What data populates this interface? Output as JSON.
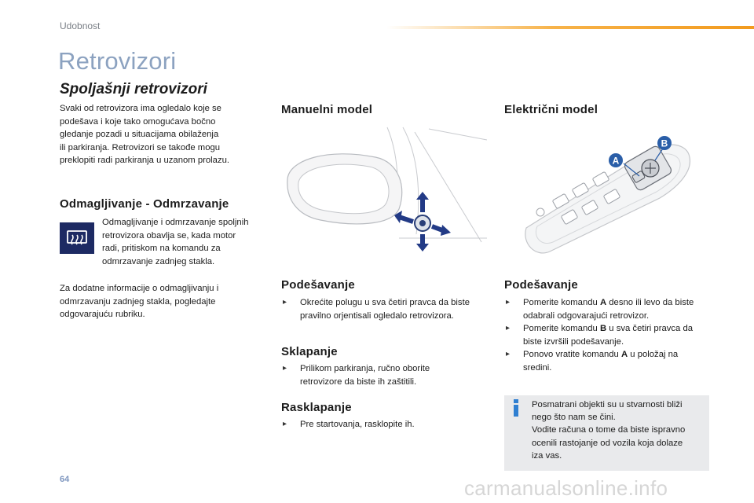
{
  "header": {
    "section": "Udobnost",
    "page_title": "Retrovizori"
  },
  "left": {
    "heading": "Spoljašnji retrovizori",
    "intro": [
      "Svaki od retrovizora ima ogledalo koje se",
      "podešava i koje tako omogućava bočno",
      "gledanje pozadi u situacijama obilaženja",
      "ili parkiranja. Retrovizori se takođe mogu",
      "preklopiti radi parkiranja u uzanom prolazu."
    ],
    "defrost_heading": "Odmagljivanje - Odmrzavanje",
    "defrost_text": [
      "Odmagljivanje i odmrzavanje spoljnih",
      "retrovizora obavlja se, kada motor",
      "radi, pritiskom na komandu za",
      "odmrzavanje zadnjeg stakla."
    ],
    "more_info": [
      "Za dodatne informacije o odmagljivanju i",
      "odmrzavanju zadnjeg stakla, pogledajte",
      "odgovarajuću rubriku."
    ]
  },
  "middle": {
    "heading": "Manuelni model",
    "adjust_heading": "Podešavanje",
    "adjust_bullet": [
      "Okrećite polugu u sva četiri pravca da biste",
      "pravilno orjentisali ogledalo retrovizora."
    ],
    "fold_heading": "Sklapanje",
    "fold_bullet": [
      "Prilikom parkiranja, ručno oborite",
      "retrovizore da biste ih zaštitili."
    ],
    "unfold_heading": "Rasklapanje",
    "unfold_bullet": "Pre startovanja, rasklopite ih."
  },
  "right": {
    "heading": "Električni model",
    "adjust_heading": "Podešavanje",
    "bullet1": [
      "Pomerite komandu ",
      "A",
      " desno ili levo da biste",
      "odabrali odgovarajući retrovizor."
    ],
    "bullet2": [
      "Pomerite komandu ",
      "B",
      " u sva četiri pravca da",
      "biste izvršili podešavanje."
    ],
    "bullet3": [
      "Ponovo vratite komandu ",
      "A",
      " u položaj na",
      "sredini."
    ],
    "label_a": "A",
    "label_b": "B",
    "info": [
      "Posmatrani objekti su u stvarnosti bliži",
      "nego što nam se čini.",
      "Vodite računa o tome da biste ispravno",
      "ocenili rastojanje od vozila koja dolaze",
      "iza vas."
    ]
  },
  "footer": {
    "page_number": "64",
    "watermark": "carmanualsonline.info"
  },
  "colors": {
    "title": "#8ca2c0",
    "accent_orange": "#f29a1d",
    "icon_navy": "#1d2a63",
    "info_blue": "#2f7fd1",
    "label_blue": "#2a5ea8"
  },
  "icons": [
    "defrost-icon",
    "info-icon",
    "bullet-arrow-icon"
  ]
}
